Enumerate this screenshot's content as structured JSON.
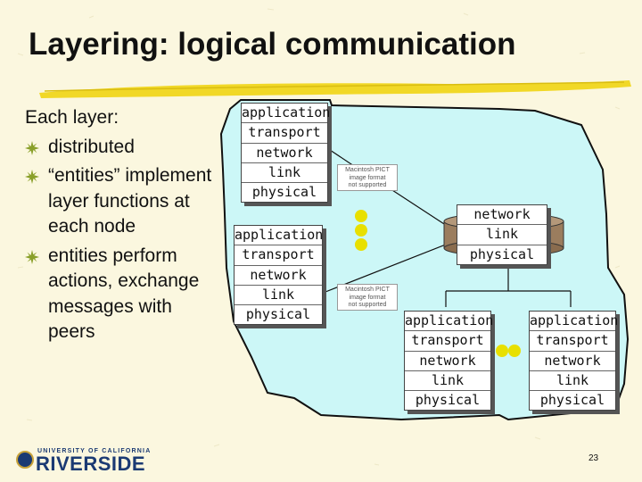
{
  "title": "Layering: logical communication",
  "bullets": {
    "lead": "Each layer:",
    "items": [
      "distributed",
      "“entities” implement layer functions at each node",
      "entities perform actions, exchange messages with peers"
    ]
  },
  "stacks": {
    "top_left": [
      "application",
      "transport",
      "network",
      "link",
      "physical"
    ],
    "mid_left": [
      "application",
      "transport",
      "network",
      "link",
      "physical"
    ],
    "router": [
      "network",
      "link",
      "physical"
    ],
    "bottom_mid": [
      "application",
      "transport",
      "network",
      "link",
      "physical"
    ],
    "bottom_right": [
      "application",
      "transport",
      "network",
      "link",
      "physical"
    ]
  },
  "pict_placeholder": [
    "Macintosh PICT",
    "image format",
    "not supported"
  ],
  "logo": {
    "university": "UNIVERSITY OF CALIFORNIA",
    "campus": "RIVERSIDE"
  },
  "page_number": "23",
  "colors": {
    "cloud": "#ccf7f7",
    "cloud_border": "#111111",
    "router": "#9b7d5e",
    "dots": "#e8e000",
    "highlighter": "#f1d827",
    "text": "#111111"
  }
}
